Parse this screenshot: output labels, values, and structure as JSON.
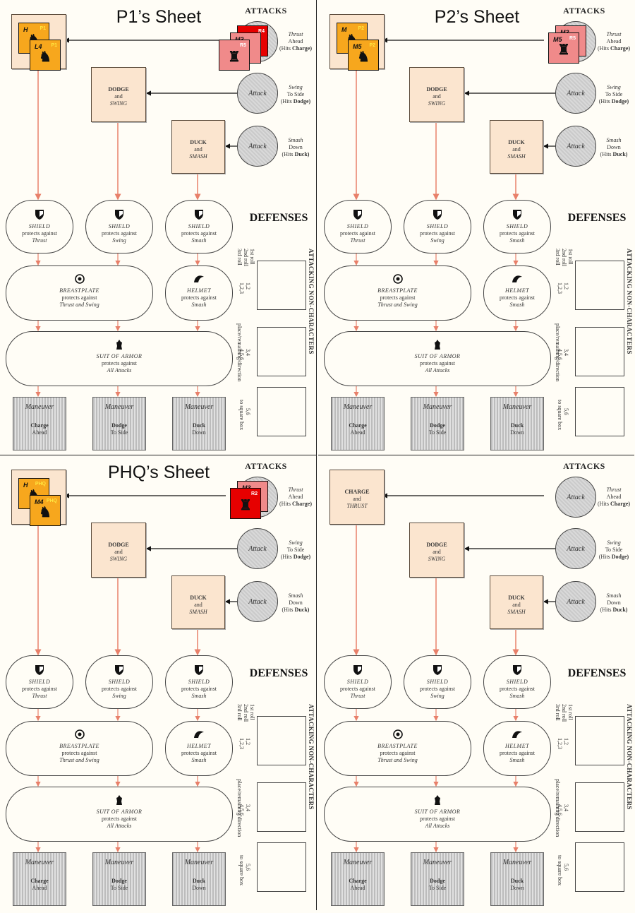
{
  "labels": {
    "attacks": "ATTACKS",
    "defenses": "DEFENSES",
    "attack_word": "Attack",
    "attacking_non_characters": "ATTACKING NON-CHARACTERS",
    "first_roll": "1st roll",
    "second_roll": "2nd roll",
    "third_roll": "3rd roll",
    "roll_12": "1,2",
    "roll_123": "1,2,3",
    "roll_34": "3,4",
    "roll_456": "4,5,6",
    "roll_56": "5,6",
    "place_in_direction": "place/remaining/direction",
    "to_square_box": "to square box"
  },
  "attacks": [
    {
      "name": "Thrust",
      "line1": "Ahead",
      "hits": "(Hits",
      "target": "Charge)"
    },
    {
      "name": "Swing",
      "line1": "To Side",
      "hits": "(Hits",
      "target": "Dodge)"
    },
    {
      "name": "Smash",
      "line1": "Down",
      "hits": "(Hits",
      "target": "Duck)"
    }
  ],
  "boxes": {
    "charge": {
      "top": "CHARGE",
      "and": "and",
      "bottom": "THRUST"
    },
    "dodge": {
      "top": "DODGE",
      "and": "and",
      "bottom": "SWING"
    },
    "duck": {
      "top": "DUCK",
      "and": "and",
      "bottom": "SMASH"
    }
  },
  "defenses": {
    "shield_thrust": {
      "name": "SHIELD",
      "protects": "protects against",
      "vs": "Thrust"
    },
    "shield_swing": {
      "name": "SHIELD",
      "protects": "protects against",
      "vs": "Swing"
    },
    "shield_smash": {
      "name": "SHIELD",
      "protects": "protects against",
      "vs": "Smash"
    },
    "breastplate": {
      "name": "BREASTPLATE",
      "protects": "protects against",
      "vs": "Thrust and Swing"
    },
    "helmet": {
      "name": "HELMET",
      "protects": "protects against",
      "vs": "Smash"
    },
    "suit": {
      "name": "SUIT OF ARMOR",
      "protects": "protects against",
      "vs": "All Attacks"
    }
  },
  "maneuvers": [
    {
      "title": "Maneuver",
      "name": "Charge",
      "sub": "Ahead"
    },
    {
      "title": "Maneuver",
      "name": "Dodge",
      "sub": "To Side"
    },
    {
      "title": "Maneuver",
      "name": "Duck",
      "sub": "Down"
    }
  ],
  "sheets": [
    {
      "title": "P1’s Sheet",
      "own_counters": [
        {
          "label": "H",
          "tag": "P1"
        },
        {
          "label": "L4",
          "tag": "P1"
        }
      ],
      "enemy_counters": [
        {
          "label": "",
          "tag": "R4",
          "color": "red"
        },
        {
          "label": "M3",
          "tag": "",
          "color": "pink"
        },
        {
          "label": "",
          "tag": "R5",
          "color": "pink"
        }
      ]
    },
    {
      "title": "P2’s Sheet",
      "own_counters": [
        {
          "label": "M",
          "tag": "P2"
        },
        {
          "label": "M5",
          "tag": "P2"
        }
      ],
      "enemy_counters": [
        {
          "label": "M3",
          "tag": "",
          "color": "pink"
        },
        {
          "label": "M5",
          "tag": "R5",
          "color": "pink"
        }
      ]
    },
    {
      "title": "PHQ’s Sheet",
      "own_counters": [
        {
          "label": "H",
          "tag": "PHQ"
        },
        {
          "label": "M4",
          "tag": "PHQ"
        }
      ],
      "enemy_counters": [
        {
          "label": "M3",
          "tag": "",
          "color": "pink"
        },
        {
          "label": "",
          "tag": "R2",
          "color": "red"
        }
      ]
    },
    {
      "title": "",
      "own_counters": [],
      "enemy_counters": []
    }
  ],
  "colors": {
    "counter_orange": "#f7a71d",
    "counter_pink": "#f08a8a",
    "counter_red": "#e60000",
    "box_fill": "#fbe5cf",
    "arrow": "#e8806a"
  }
}
